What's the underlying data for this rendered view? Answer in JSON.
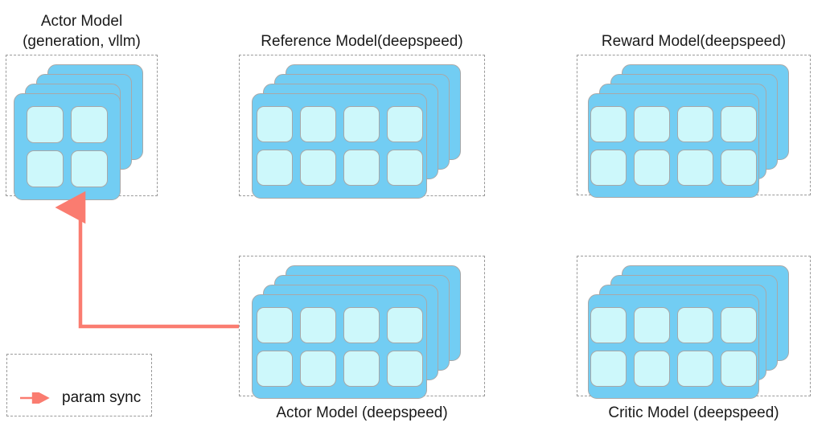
{
  "diagram": {
    "title_text_color": "#1a1a1a",
    "card_color": "#72cdf3",
    "cell_color": "#cdf8fb",
    "border_color": "#a8a8a8",
    "dashed_border_color": "#9a9a9a",
    "arrow_color": "#fa7c70",
    "background": "#ffffff"
  },
  "groups": [
    {
      "id": "actor-vllm",
      "title": "Actor Model\n(generation, vllm)",
      "title_position": "above",
      "layers": 4,
      "grid": "2x2",
      "cells": 4
    },
    {
      "id": "reference",
      "title": "Reference Model(deepspeed)",
      "title_position": "above",
      "layers": 4,
      "grid": "4x2",
      "cells": 8
    },
    {
      "id": "reward",
      "title": "Reward Model(deepspeed)",
      "title_position": "above",
      "layers": 4,
      "grid": "4x2",
      "cells": 8
    },
    {
      "id": "actor-deepspeed",
      "title": "Actor Model (deepspeed)",
      "title_position": "below",
      "layers": 4,
      "grid": "4x2",
      "cells": 8
    },
    {
      "id": "critic",
      "title": "Critic Model (deepspeed)",
      "title_position": "below",
      "layers": 4,
      "grid": "4x2",
      "cells": 8
    }
  ],
  "legend": {
    "label": "param sync",
    "arrow_color": "#fa7c70"
  },
  "connection": {
    "label": "param sync",
    "from": "actor-deepspeed",
    "to": "actor-vllm",
    "color": "#fa7c70"
  }
}
